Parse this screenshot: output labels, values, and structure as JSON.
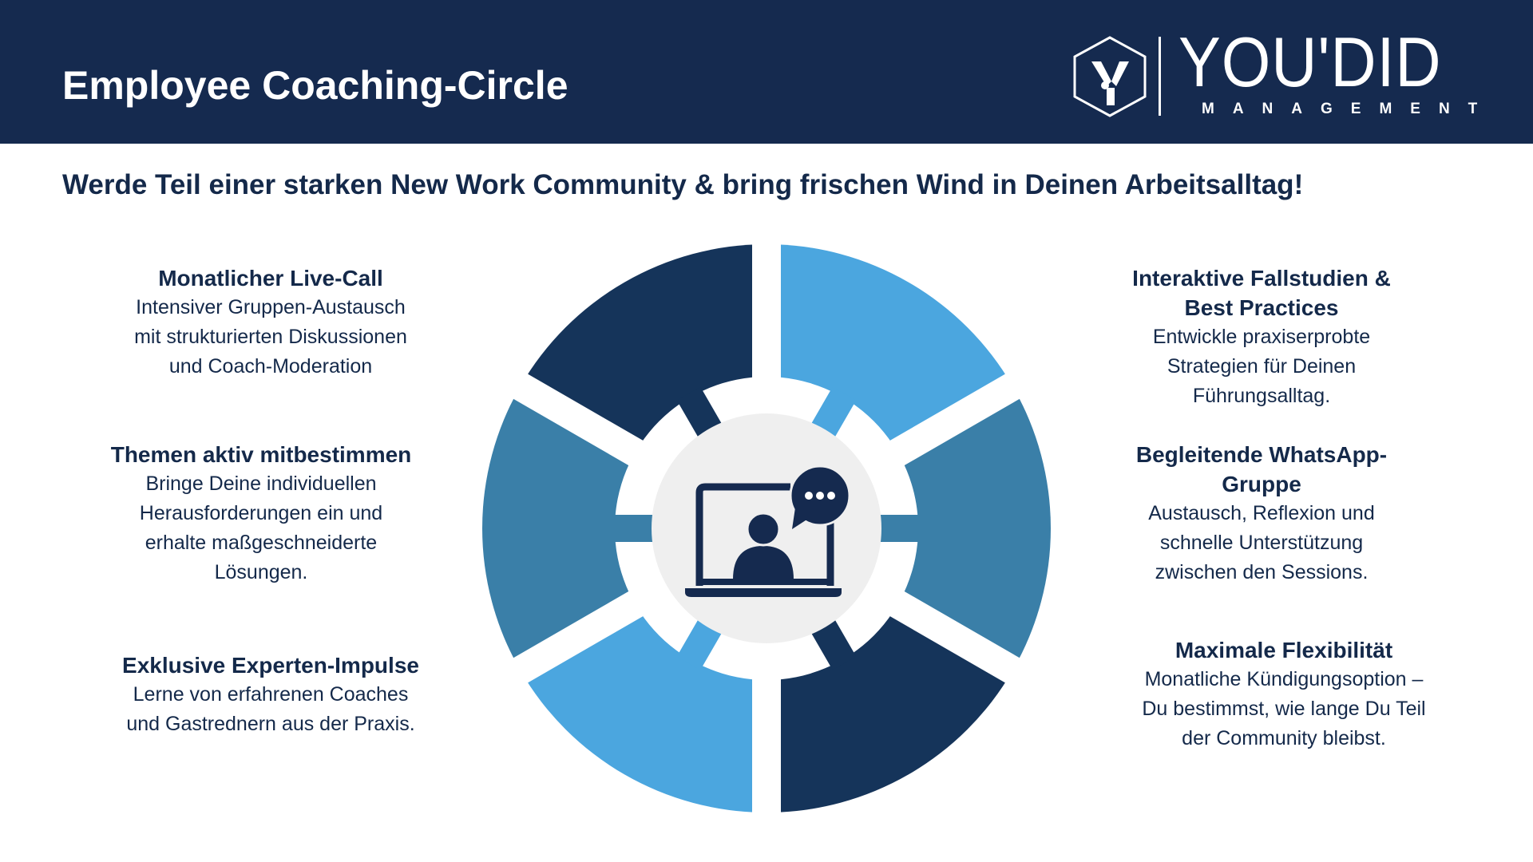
{
  "header": {
    "title": "Employee Coaching-Circle",
    "logo": {
      "wordmark": "YOU'DID",
      "tagline": "MANAGEMENT"
    }
  },
  "subtitle": "Werde Teil einer starken New Work Community & bring frischen Wind in Deinen Arbeitsalltag!",
  "features_left": [
    {
      "heading": [
        "Monatlicher Live-Call"
      ],
      "body": [
        "Intensiver Gruppen-Austausch",
        "mit strukturierten Diskussionen",
        "und Coach-Moderation"
      ]
    },
    {
      "heading": [
        "Themen aktiv mitbestimmen"
      ],
      "body": [
        "Bringe Deine individuellen",
        "Herausforderungen ein und",
        "erhalte maßgeschneiderte",
        "Lösungen."
      ]
    },
    {
      "heading": [
        "Exklusive Experten-Impulse"
      ],
      "body": [
        "Lerne von erfahrenen Coaches",
        "und Gastrednern aus der Praxis."
      ]
    }
  ],
  "features_right": [
    {
      "heading": [
        "Interaktive Fallstudien &",
        "Best Practices"
      ],
      "body": [
        "Entwickle praxiserprobte",
        "Strategien für Deinen",
        "Führungsalltag."
      ]
    },
    {
      "heading": [
        "Begleitende WhatsApp-",
        "Gruppe"
      ],
      "body": [
        "Austausch, Reflexion und",
        "schnelle Unterstützung",
        "zwischen den Sessions."
      ]
    },
    {
      "heading": [
        "Maximale Flexibilität"
      ],
      "body": [
        "Monatliche Kündigungsoption –",
        "Du bestimmst, wie lange Du Teil",
        "der Community bleibst."
      ]
    }
  ],
  "wheel": {
    "segments": [
      "mid",
      "light",
      "dark",
      "mid",
      "light",
      "dark"
    ],
    "center_icon": "laptop-video-call-chat-icon"
  },
  "colors": {
    "header_bg": "#152a4f",
    "text": "#14294a",
    "dark": "#15345a",
    "light": "#4ba6df",
    "mid": "#3a7fa8",
    "center": "#efefef"
  }
}
